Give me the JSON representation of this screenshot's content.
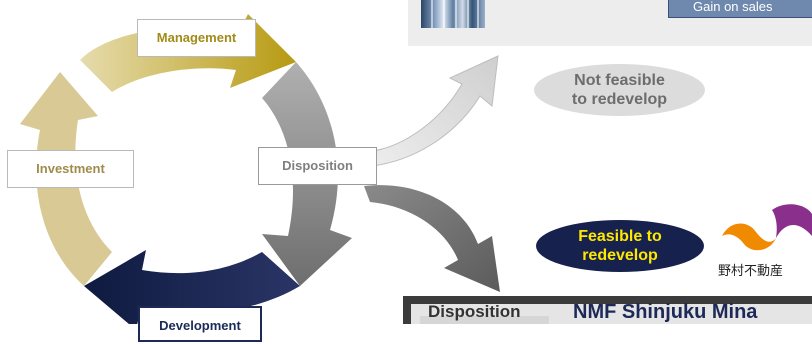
{
  "stages": {
    "management": "Management",
    "investment": "Investment",
    "disposition": "Disposition",
    "development": "Development"
  },
  "top_panel": {
    "gain_label": "Gain on sales"
  },
  "outcomes": {
    "not_feasible": [
      "Not feasible",
      "to redevelop"
    ],
    "feasible": [
      "Feasible to",
      "redevelop"
    ]
  },
  "logo": {
    "caption": "野村不動産"
  },
  "bottom_panel": {
    "tab_label": "Disposition",
    "title": "NMF Shinjuku Mina"
  },
  "colors": {
    "management": "#c7a90e",
    "investment": "#dccfa2",
    "disposition": "#909090",
    "development": "#1d2a58",
    "accent_yellow": "#ffe800",
    "logo_orange": "#f08a00",
    "logo_purple": "#8a2f8c"
  }
}
